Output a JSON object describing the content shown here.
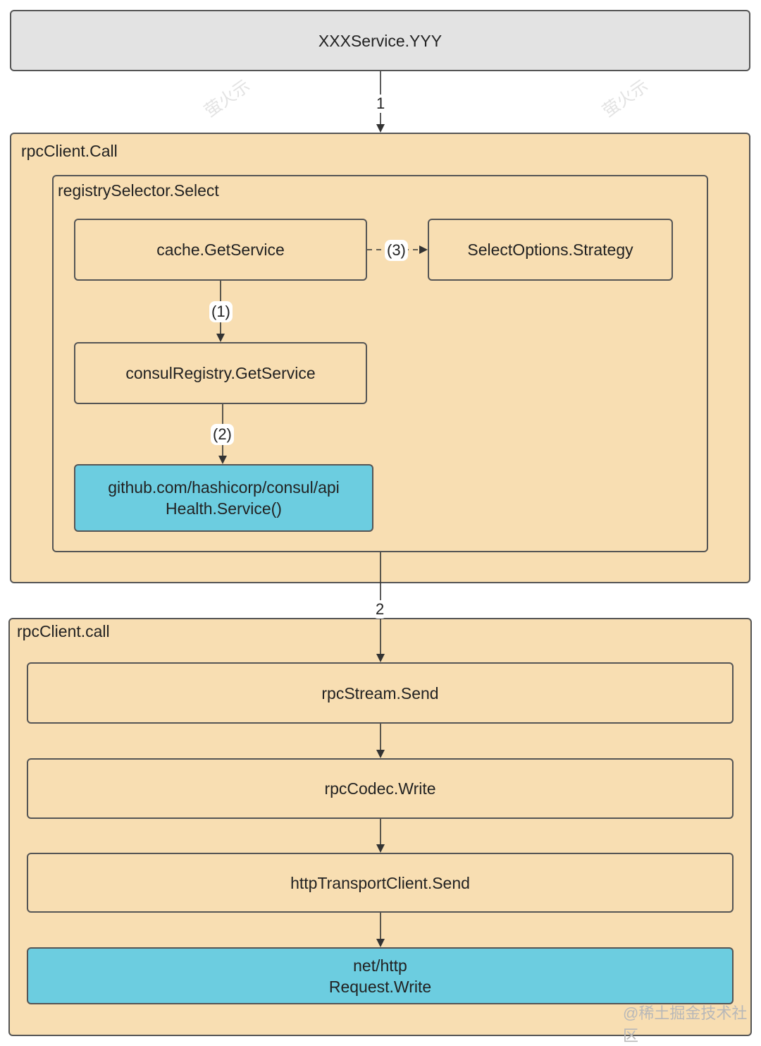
{
  "top_node": "XXXService.YYY",
  "edge_1_label": "1",
  "edge_2_label": "2",
  "rpc_call_group": {
    "title": "rpcClient.Call",
    "selector_group": {
      "title": "registrySelector.Select",
      "cache_node": "cache.GetService",
      "strategy_node": "SelectOptions.Strategy",
      "consul_registry_node": "consulRegistry.GetService",
      "consul_api_node": "github.com/hashicorp/consul/api\nHealth.Service()",
      "step_1_label": "(1)",
      "step_2_label": "(2)",
      "step_3_label": "(3)"
    }
  },
  "rpc_call_lower_group": {
    "title": "rpcClient.call",
    "nodes": [
      "rpcStream.Send",
      "rpcCodec.Write",
      "httpTransportClient.Send",
      "net/http\nRequest.Write"
    ]
  },
  "watermarks": {
    "corner": "@稀土掘金技术社区",
    "faint": "萤火示"
  },
  "colors": {
    "group_fill": "#f8deb2",
    "highlight_fill": "#6ccde0",
    "top_fill": "#e3e3e3",
    "stroke": "#555555"
  }
}
